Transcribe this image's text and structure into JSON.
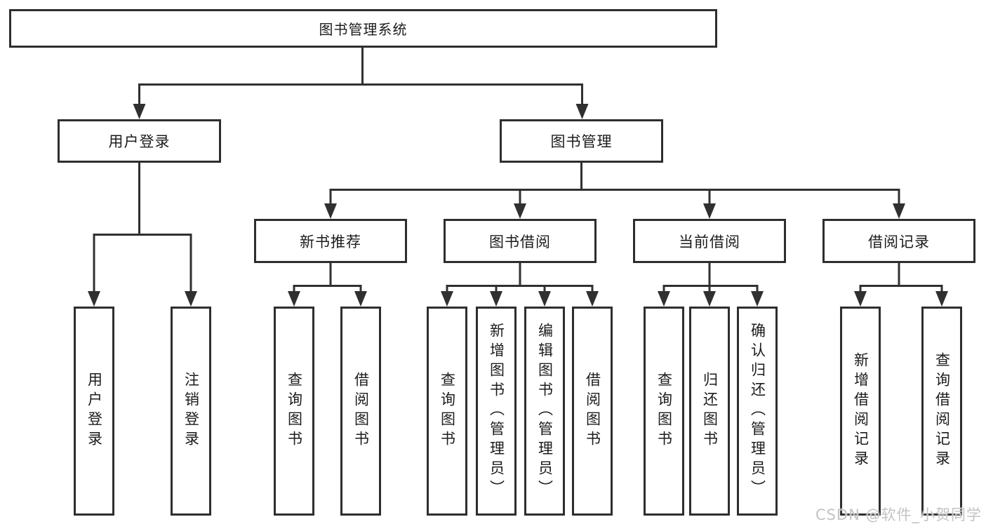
{
  "diagram": {
    "type": "hierarchy-tree",
    "nodes": {
      "root": "图书管理系统",
      "user_login": "用户登录",
      "book_mgmt": "图书管理",
      "login_children": [
        "用户登录",
        "注销登录"
      ],
      "l3": [
        "新书推荐",
        "图书借阅",
        "当前借阅",
        "借阅记录"
      ],
      "recommend_children": [
        "查询图书",
        "借阅图书"
      ],
      "borrow_children": [
        "查询图书",
        "新增图书（管理员）",
        "编辑图书（管理员）",
        "借阅图书"
      ],
      "current_children": [
        "查询图书",
        "归还图书",
        "确认归还（管理员）"
      ],
      "record_children": [
        "新增借阅记录",
        "查询借阅记录"
      ]
    }
  },
  "watermark": "CSDN @软件_小贺同学",
  "colors": {
    "line": "#303030",
    "box_border": "#2e2e2e",
    "text": "#1c1c1c",
    "watermark": "#c3c3c3",
    "background": "#ffffff"
  }
}
